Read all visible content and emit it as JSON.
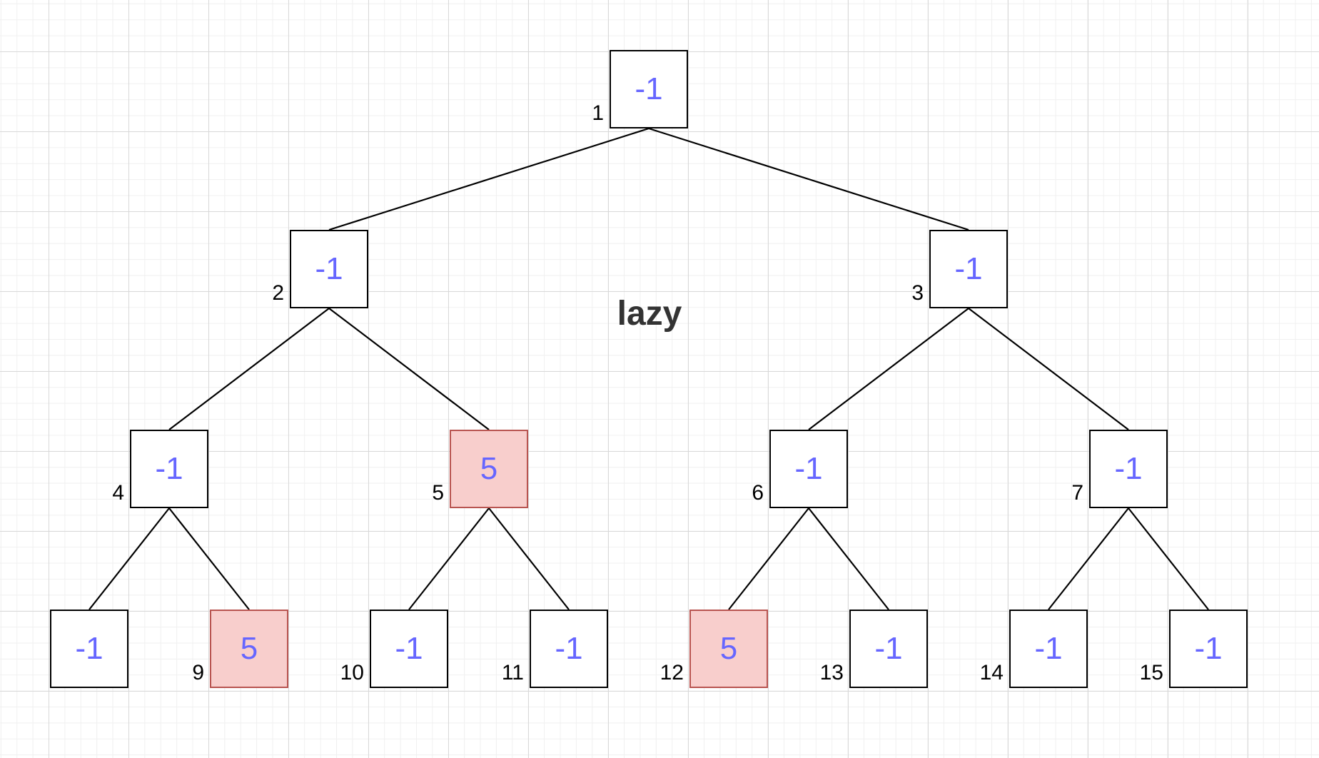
{
  "diagram": {
    "title": "lazy",
    "colors": {
      "value_text": "#6666ff",
      "highlight_fill": "#f8cecc",
      "highlight_border": "#b85450",
      "default_fill": "#ffffff",
      "default_border": "#000000",
      "edge": "#000000",
      "index_text": "#000000"
    },
    "nodes": [
      {
        "index": 1,
        "value": "-1",
        "index_label": "1",
        "highlighted": false
      },
      {
        "index": 2,
        "value": "-1",
        "index_label": "2",
        "highlighted": false
      },
      {
        "index": 3,
        "value": "-1",
        "index_label": "3",
        "highlighted": false
      },
      {
        "index": 4,
        "value": "-1",
        "index_label": "4",
        "highlighted": false
      },
      {
        "index": 5,
        "value": "5",
        "index_label": "5",
        "highlighted": true
      },
      {
        "index": 6,
        "value": "-1",
        "index_label": "6",
        "highlighted": false
      },
      {
        "index": 7,
        "value": "-1",
        "index_label": "7",
        "highlighted": false
      },
      {
        "index": 8,
        "value": "-1",
        "index_label": "",
        "highlighted": false
      },
      {
        "index": 9,
        "value": "5",
        "index_label": "9",
        "highlighted": true
      },
      {
        "index": 10,
        "value": "-1",
        "index_label": "10",
        "highlighted": false
      },
      {
        "index": 11,
        "value": "-1",
        "index_label": "11",
        "highlighted": false
      },
      {
        "index": 12,
        "value": "5",
        "index_label": "12",
        "highlighted": true
      },
      {
        "index": 13,
        "value": "-1",
        "index_label": "13",
        "highlighted": false
      },
      {
        "index": 14,
        "value": "-1",
        "index_label": "14",
        "highlighted": false
      },
      {
        "index": 15,
        "value": "-1",
        "index_label": "15",
        "highlighted": false
      }
    ],
    "edges": [
      [
        1,
        2
      ],
      [
        1,
        3
      ],
      [
        2,
        4
      ],
      [
        2,
        5
      ],
      [
        3,
        6
      ],
      [
        3,
        7
      ],
      [
        4,
        8
      ],
      [
        4,
        9
      ],
      [
        5,
        10
      ],
      [
        5,
        11
      ],
      [
        6,
        12
      ],
      [
        6,
        13
      ],
      [
        7,
        14
      ],
      [
        7,
        15
      ]
    ]
  }
}
